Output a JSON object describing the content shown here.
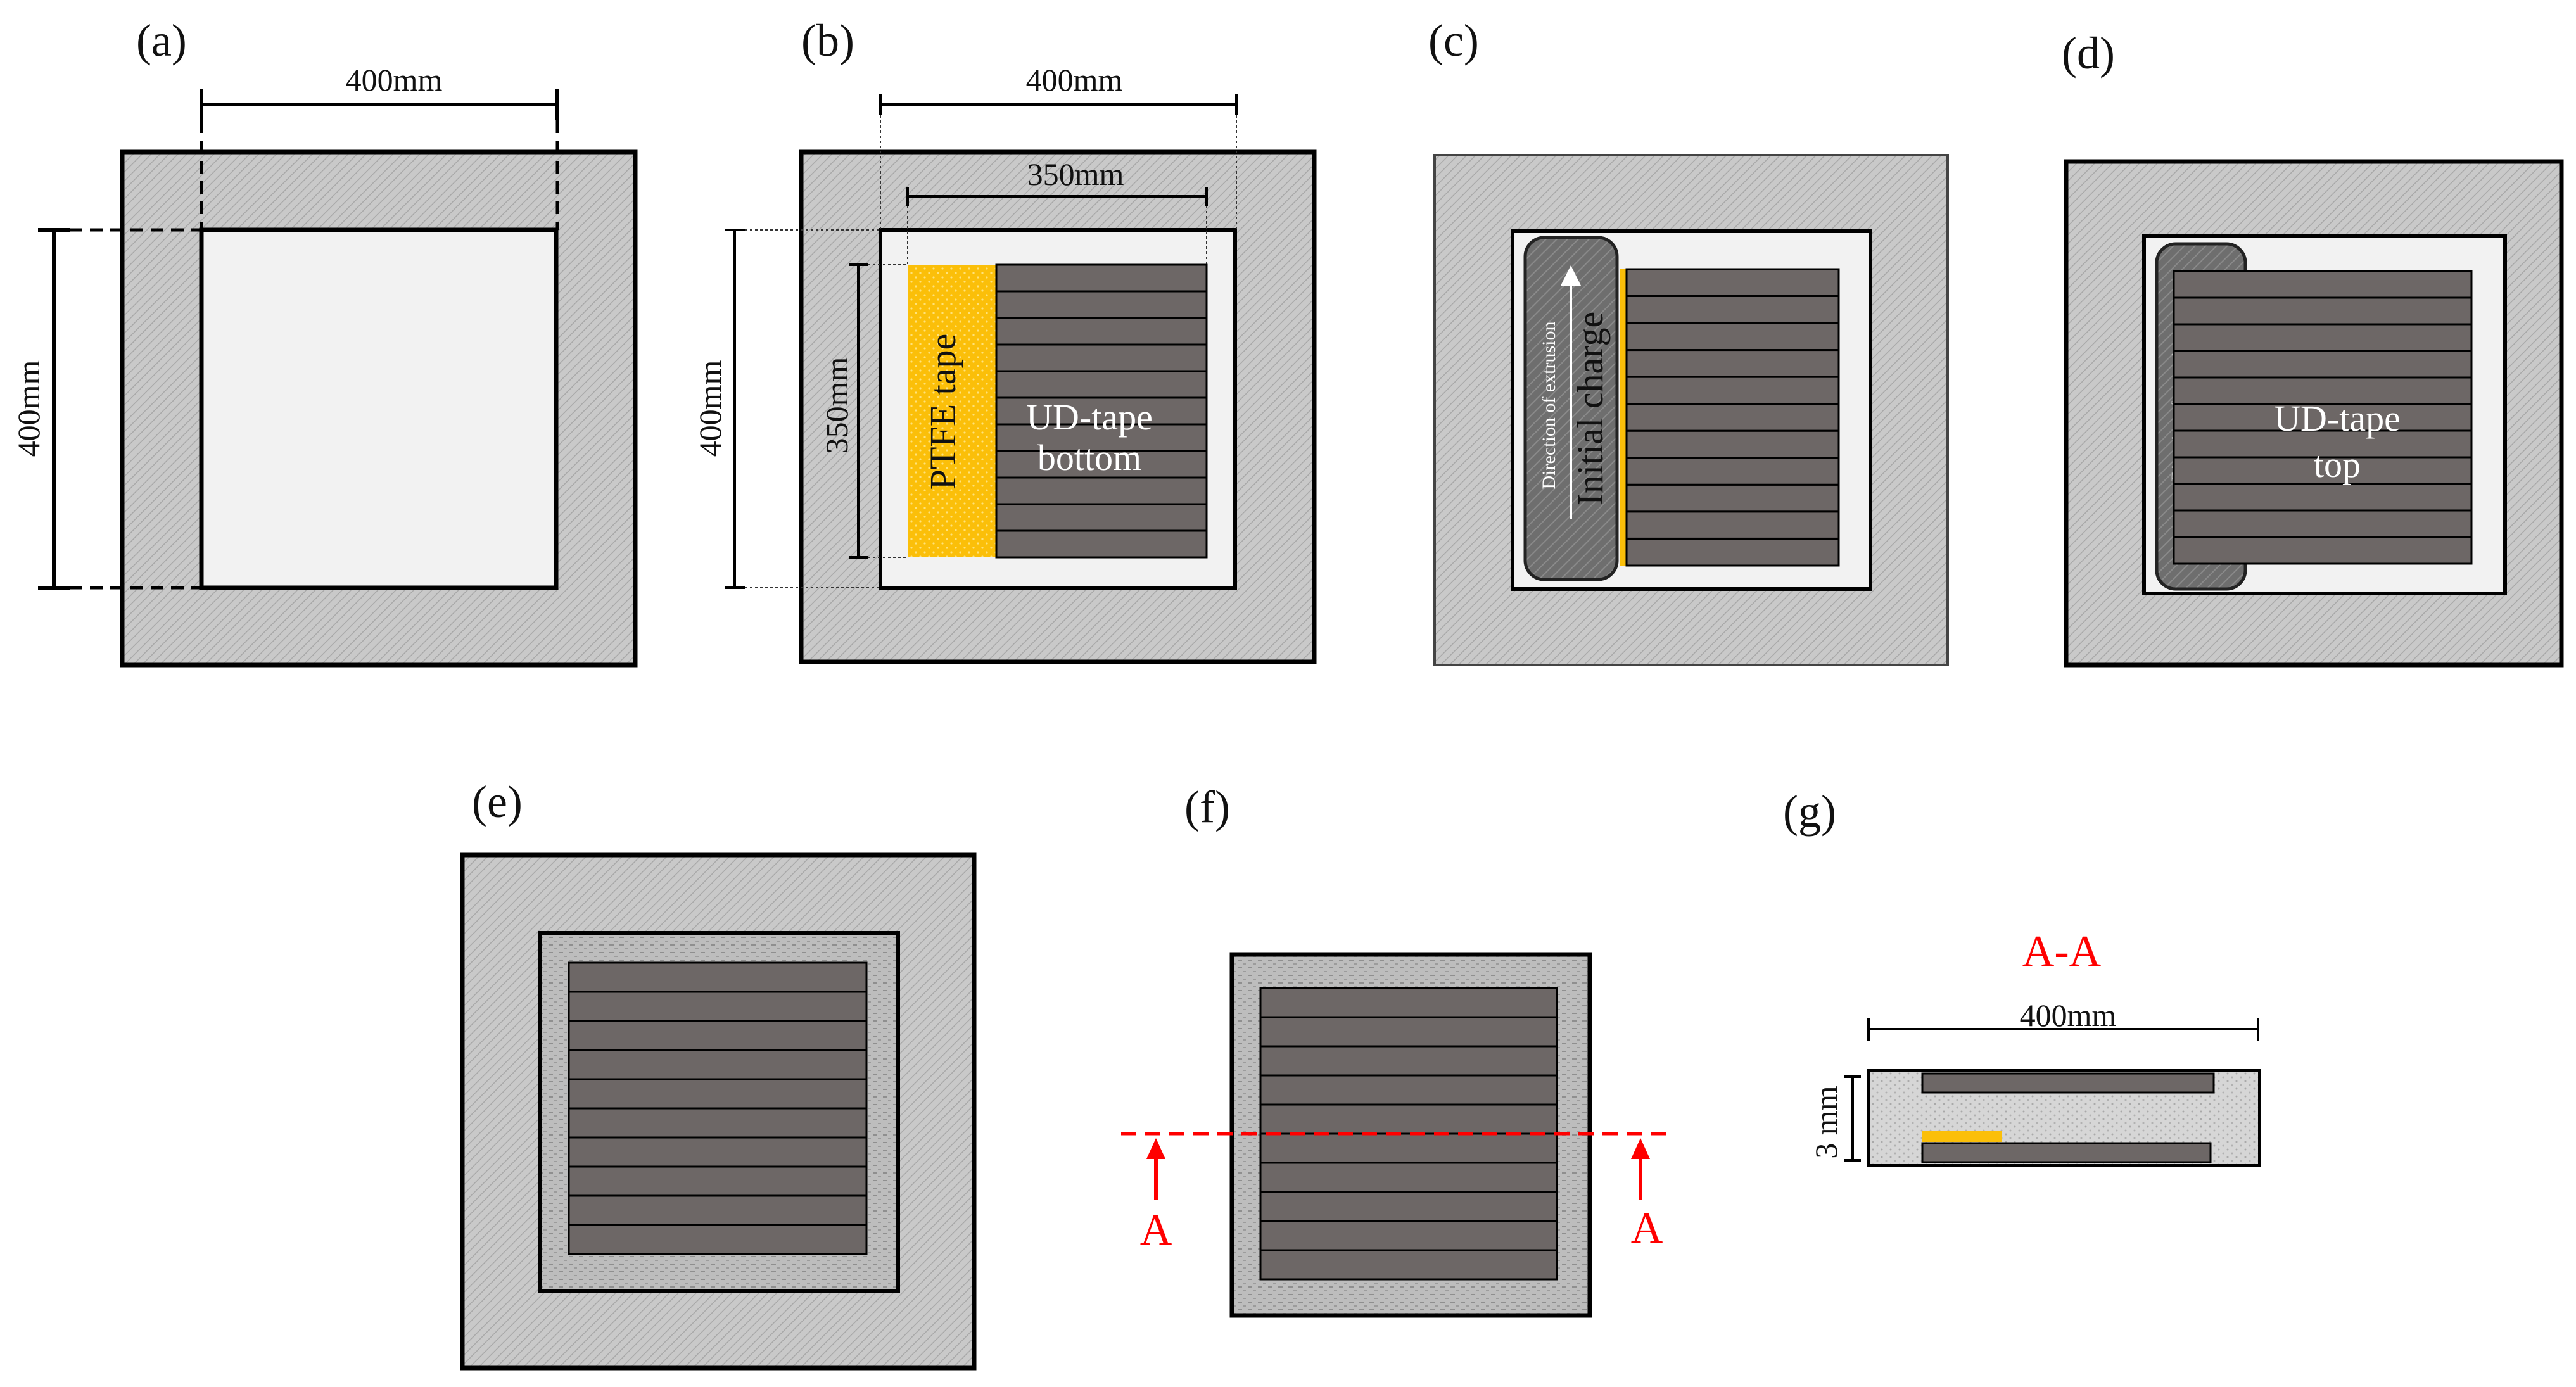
{
  "panels": {
    "a": {
      "label": "(a)",
      "dim_width": "400mm",
      "dim_height": "400mm"
    },
    "b": {
      "label": "(b)",
      "dim_outer_width": "400mm",
      "dim_inner_width": "350mm",
      "dim_outer_height": "400mm",
      "dim_inner_height": "350mm",
      "ptfe_label": "PTFE tape",
      "ud_label_line1": "UD-tape",
      "ud_label_line2": "bottom"
    },
    "c": {
      "label": "(c)",
      "charge_label": "Initial charge",
      "extrusion_label": "Direction of extrusion"
    },
    "d": {
      "label": "(d)",
      "ud_label_line1": "UD-tape",
      "ud_label_line2": "top"
    },
    "e": {
      "label": "(e)"
    },
    "f": {
      "label": "(f)",
      "section_mark_left": "A",
      "section_mark_right": "A"
    },
    "g": {
      "label": "(g)",
      "section_title": "A-A",
      "dim_width": "400mm",
      "dim_thickness": "3 mm"
    }
  },
  "colors": {
    "mould_frame": "#c6c6c6",
    "cavity": "#f1f1f1",
    "ud_tape": "#6d6766",
    "ptfe_tape": "#fbbf09",
    "section_line": "#ff0000",
    "charge": "#707070"
  }
}
